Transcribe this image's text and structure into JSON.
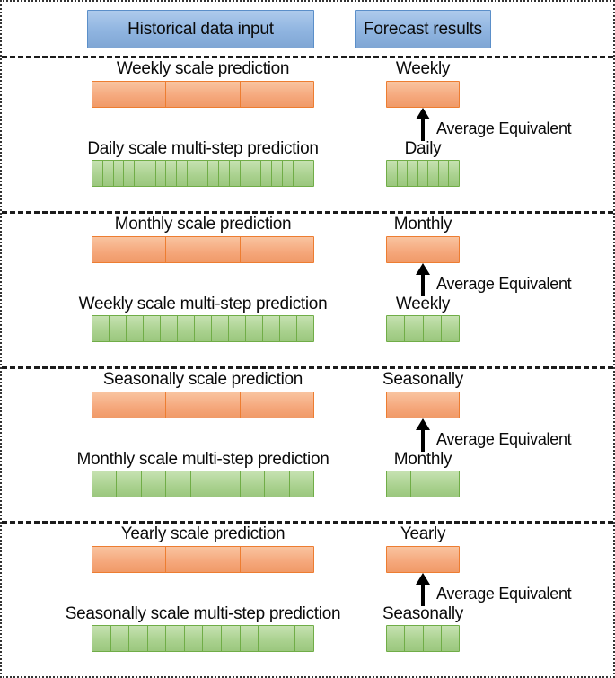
{
  "header": {
    "historical_label": "Historical data input",
    "forecast_label": "Forecast results"
  },
  "colors": {
    "blue_fill": "#8FB4E0",
    "blue_hi": "#AECBEC",
    "blue_lo": "#7FA6D4",
    "blue_border": "#5B8FC9",
    "orange_fill": "#F5A77B",
    "orange_hi": "#F9C4A0",
    "orange_lo": "#F09A68",
    "orange_border": "#ED7D31",
    "green_fill": "#A9D18E",
    "green_hi": "#C6E2B1",
    "green_lo": "#9BC77E",
    "green_border": "#70AD47",
    "arrow_color": "#000000"
  },
  "sections": [
    {
      "input_coarse_label": "Weekly scale prediction",
      "input_coarse_segments": 3,
      "input_fine_label": "Daily scale multi-step prediction",
      "input_fine_segments": 21,
      "forecast_coarse_label": "Weekly",
      "forecast_coarse_segments": 1,
      "forecast_fine_label": "Daily",
      "forecast_fine_segments": 7,
      "equiv_label": "Average Equivalent"
    },
    {
      "input_coarse_label": "Monthly scale prediction",
      "input_coarse_segments": 3,
      "input_fine_label": "Weekly scale multi-step prediction",
      "input_fine_segments": 13,
      "forecast_coarse_label": "Monthly",
      "forecast_coarse_segments": 1,
      "forecast_fine_label": "Weekly",
      "forecast_fine_segments": 4,
      "equiv_label": "Average Equivalent"
    },
    {
      "input_coarse_label": "Seasonally scale prediction",
      "input_coarse_segments": 3,
      "input_fine_label": "Monthly scale multi-step prediction",
      "input_fine_segments": 9,
      "forecast_coarse_label": "Seasonally",
      "forecast_coarse_segments": 1,
      "forecast_fine_label": "Monthly",
      "forecast_fine_segments": 3,
      "equiv_label": "Average Equivalent"
    },
    {
      "input_coarse_label": "Yearly scale prediction",
      "input_coarse_segments": 3,
      "input_fine_label": "Seasonally scale multi-step prediction",
      "input_fine_segments": 12,
      "forecast_coarse_label": "Yearly",
      "forecast_coarse_segments": 1,
      "forecast_fine_label": "Seasonally",
      "forecast_fine_segments": 4,
      "equiv_label": "Average Equivalent"
    }
  ]
}
